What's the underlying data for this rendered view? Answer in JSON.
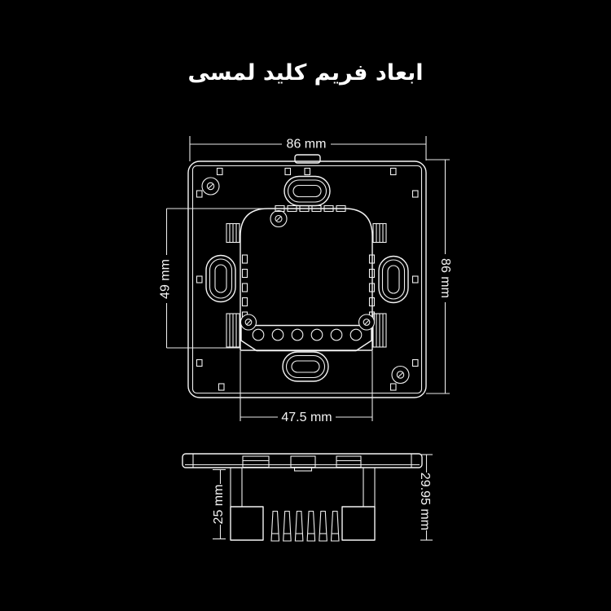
{
  "title": "ابعاد فریم کلید لمسی",
  "colors": {
    "background": "#000000",
    "line": "#ffffff",
    "text": "#ffffff"
  },
  "front_view": {
    "dim_width_top": "86 mm",
    "dim_height_right": "86 mm",
    "dim_module_height_left": "49 mm",
    "dim_module_width_bottom": "47.5 mm"
  },
  "side_view": {
    "dim_depth_left": "25 mm",
    "dim_depth_right": "29.95 mm"
  }
}
